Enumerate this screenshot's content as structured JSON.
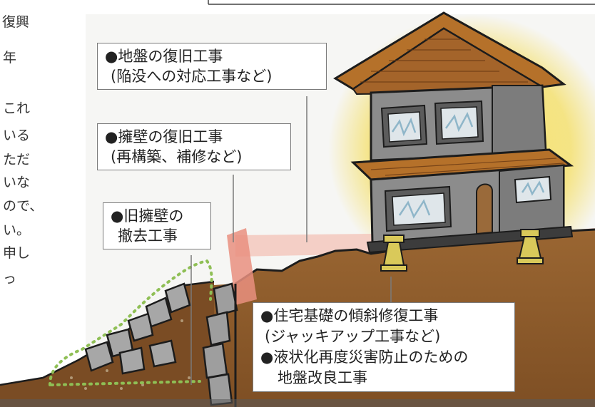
{
  "left_text_fragments": [
    "復興",
    "年",
    "これ",
    "いる",
    "ただ",
    "いな",
    "ので、",
    "い。",
    "申し",
    "っ"
  ],
  "callouts": {
    "ground": {
      "line1": "●地盤の復旧工事",
      "line2": "(陥没への対応工事など)"
    },
    "retaining_wall": {
      "line1": "●擁壁の復旧工事",
      "line2": "(再構築、補修など)"
    },
    "old_wall_removal": {
      "line1": "●旧擁壁の",
      "line2": "撤去工事"
    },
    "foundation": {
      "line1": "●住宅基礎の傾斜修復工事",
      "line2": "(ジャッキアップ工事など)",
      "line3": "●液状化再度災害防止のための",
      "line4": "地盤改良工事"
    }
  },
  "colors": {
    "soil": "#8b5a2b",
    "soil_dark": "#6b4020",
    "roof": "#b5712a",
    "roof_dark": "#6a3a14",
    "wall": "#8c8c8c",
    "yellow_glow": "#f4dc55",
    "repair_pink": "#e98f7f",
    "concrete": "#a9a9a9",
    "jack": "#d9c95a",
    "dotted_outline": "#8fbf55"
  }
}
